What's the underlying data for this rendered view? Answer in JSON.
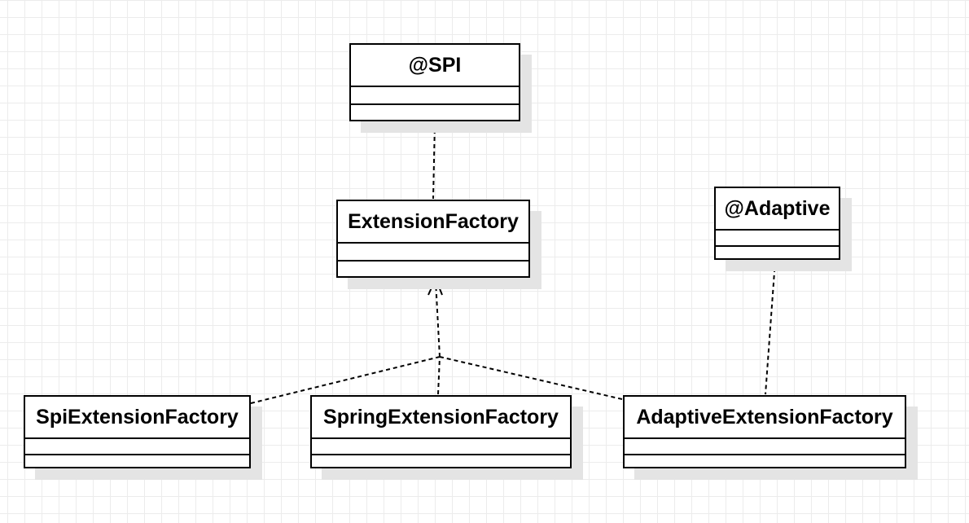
{
  "diagram": {
    "classes": {
      "spi": {
        "name": "@SPI"
      },
      "extension_factory": {
        "name": "ExtensionFactory"
      },
      "adaptive": {
        "name": "@Adaptive"
      },
      "spi_extension_factory": {
        "name": "SpiExtensionFactory"
      },
      "spring_extension_factory": {
        "name": "SpringExtensionFactory"
      },
      "adaptive_extension_factory": {
        "name": "AdaptiveExtensionFactory"
      }
    },
    "relationships": [
      {
        "from": "spi",
        "to": "extension_factory",
        "type": "dependency"
      },
      {
        "from": "adaptive",
        "to": "adaptive_extension_factory",
        "type": "dependency"
      },
      {
        "from": "spi_extension_factory",
        "to": "extension_factory",
        "type": "realization"
      },
      {
        "from": "spring_extension_factory",
        "to": "extension_factory",
        "type": "realization"
      },
      {
        "from": "adaptive_extension_factory",
        "to": "extension_factory",
        "type": "realization"
      }
    ]
  }
}
